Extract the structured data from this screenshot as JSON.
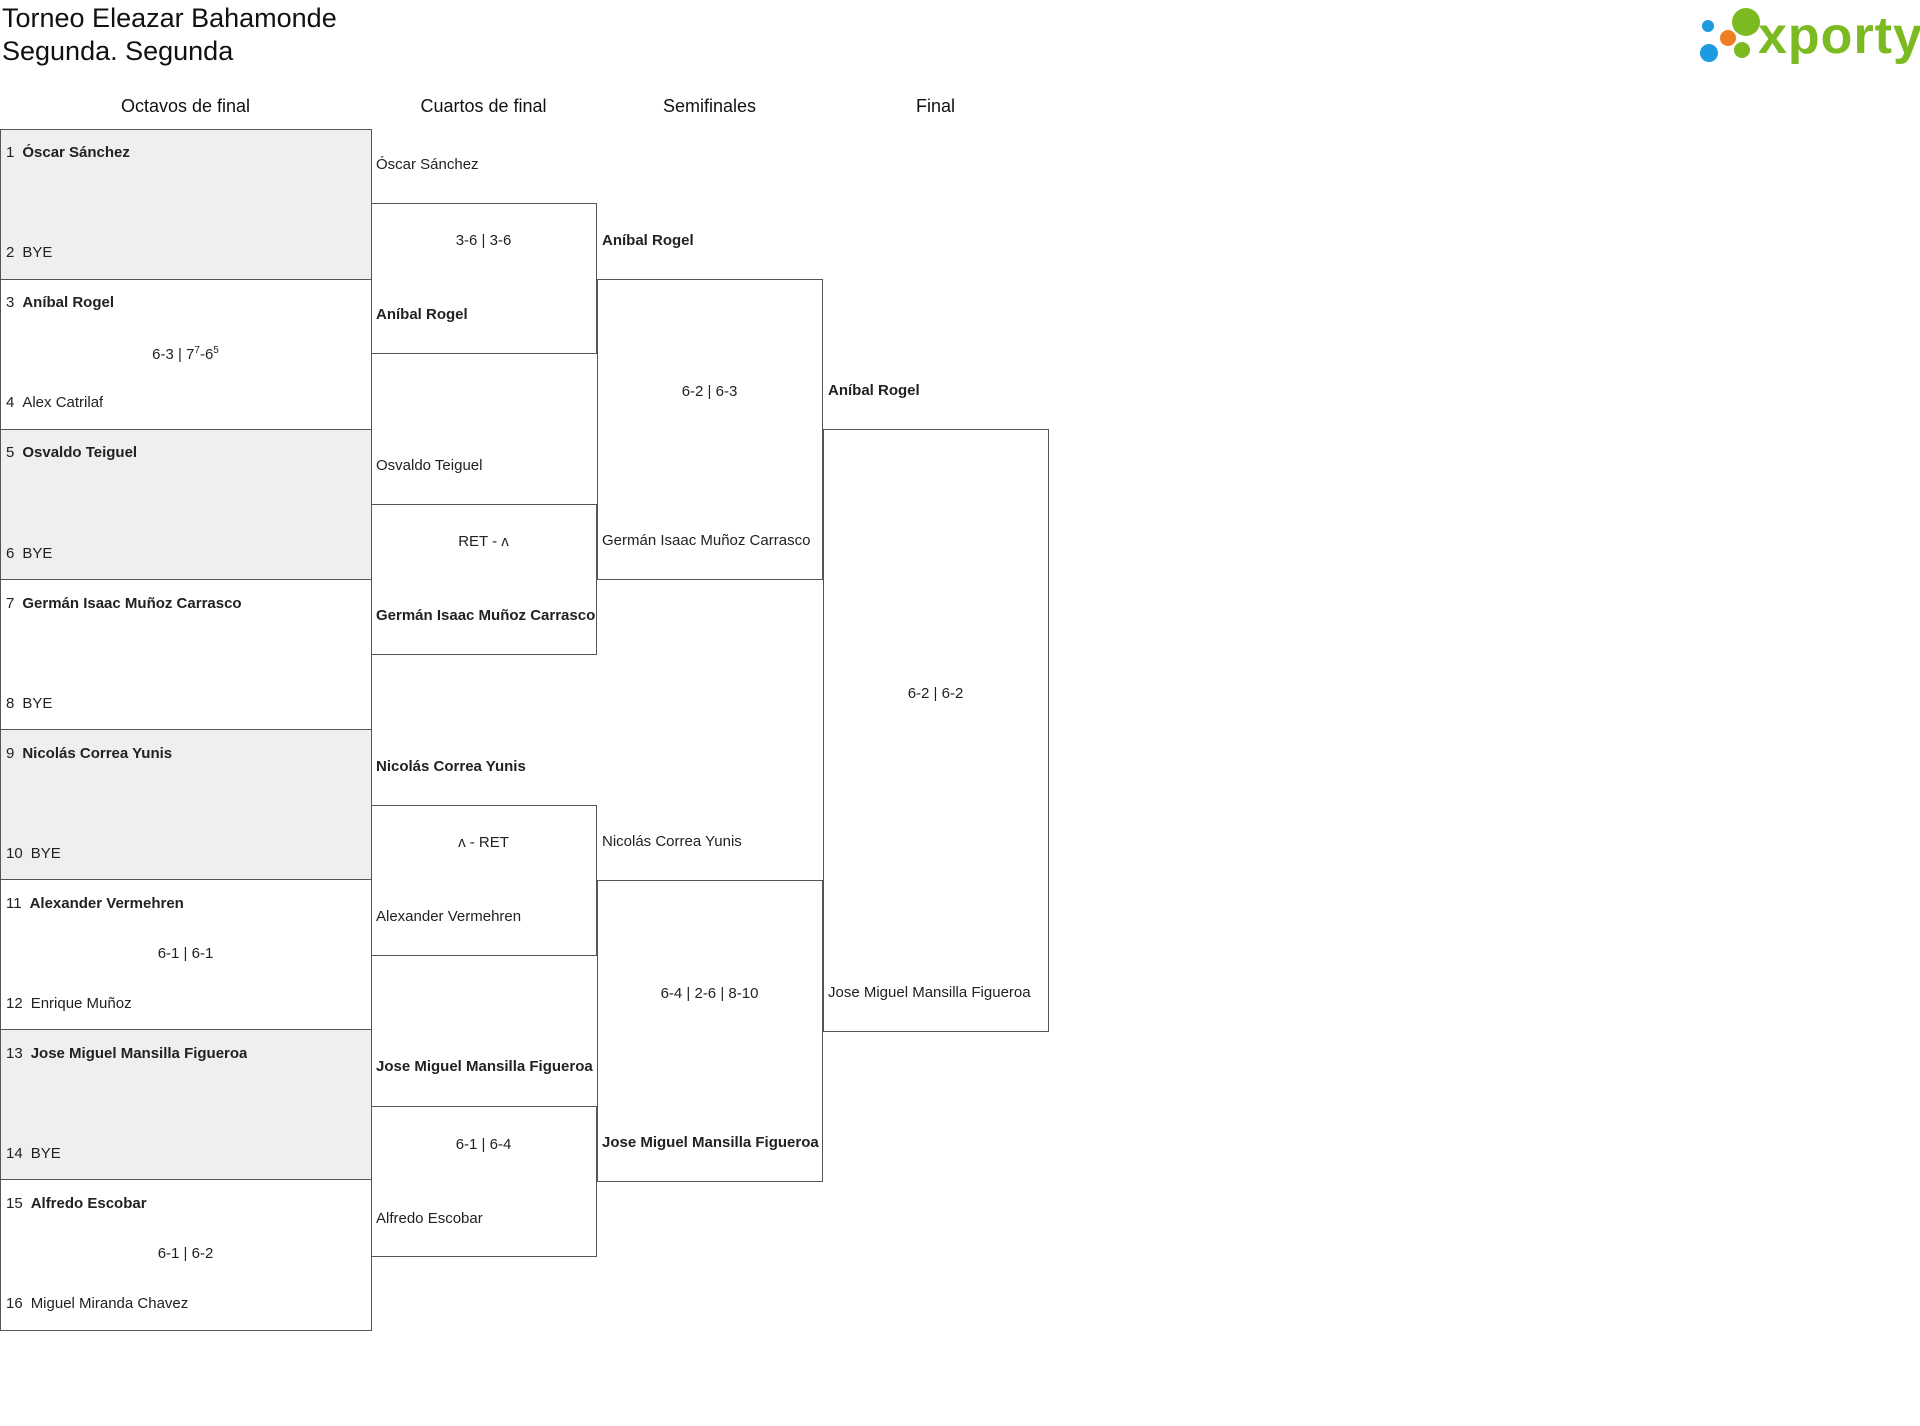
{
  "title_line1": "Torneo Eleazar Bahamonde",
  "title_line2": "Segunda. Segunda",
  "logo_text": "xporty",
  "colors": {
    "logo_green": "#7cba21",
    "logo_blue": "#1d9be0",
    "logo_orange": "#ef7d22",
    "shade": "#efefef"
  },
  "rounds": [
    "Octavos de final",
    "Cuartos de final",
    "Semifinales",
    "Final"
  ],
  "r16": [
    {
      "p1_seed": "1",
      "p1": "Óscar Sánchez",
      "p2_seed": "2",
      "p2": "BYE",
      "score": ""
    },
    {
      "p1_seed": "3",
      "p1": "Aníbal Rogel",
      "p2_seed": "4",
      "p2": "Alex Catrilaf",
      "score_a": "6-3 | 7",
      "score_sup1": "7",
      "score_b": "-6",
      "score_sup2": "5"
    },
    {
      "p1_seed": "5",
      "p1": "Osvaldo Teiguel",
      "p2_seed": "6",
      "p2": "BYE",
      "score": ""
    },
    {
      "p1_seed": "7",
      "p1": "Germán Isaac Muñoz Carrasco",
      "p2_seed": "8",
      "p2": "BYE",
      "score": ""
    },
    {
      "p1_seed": "9",
      "p1": "Nicolás Correa Yunis",
      "p2_seed": "10",
      "p2": "BYE",
      "score": ""
    },
    {
      "p1_seed": "11",
      "p1": "Alexander Vermehren",
      "p2_seed": "12",
      "p2": "Enrique Muñoz",
      "score": "6-1 | 6-1"
    },
    {
      "p1_seed": "13",
      "p1": "Jose Miguel Mansilla Figueroa",
      "p2_seed": "14",
      "p2": "BYE",
      "score": ""
    },
    {
      "p1_seed": "15",
      "p1": "Alfredo Escobar",
      "p2_seed": "16",
      "p2": "Miguel Miranda Chavez",
      "score": "6-1 | 6-2"
    }
  ],
  "qf": [
    {
      "p1": "Óscar Sánchez",
      "p2": "Aníbal Rogel",
      "score": "3-6 | 3-6"
    },
    {
      "p1": "Osvaldo Teiguel",
      "p2": "Germán Isaac Muñoz Carrasco",
      "score": "RET - ʌ"
    },
    {
      "p1": "Nicolás Correa Yunis",
      "p2": "Alexander Vermehren",
      "score": "ʌ - RET"
    },
    {
      "p1": "Jose Miguel Mansilla Figueroa",
      "p2": "Alfredo Escobar",
      "score": "6-1 | 6-4"
    }
  ],
  "sf": [
    {
      "p1": "Aníbal Rogel",
      "p2": "Germán Isaac Muñoz Carrasco",
      "score": "6-2 | 6-3"
    },
    {
      "p1": "Nicolás Correa Yunis",
      "p2": "Jose Miguel Mansilla Figueroa",
      "score": "6-4 | 2-6 | 8-10"
    }
  ],
  "final": {
    "p1": "Aníbal Rogel",
    "p2": "Jose Miguel Mansilla Figueroa",
    "score": "6-2 | 6-2"
  }
}
